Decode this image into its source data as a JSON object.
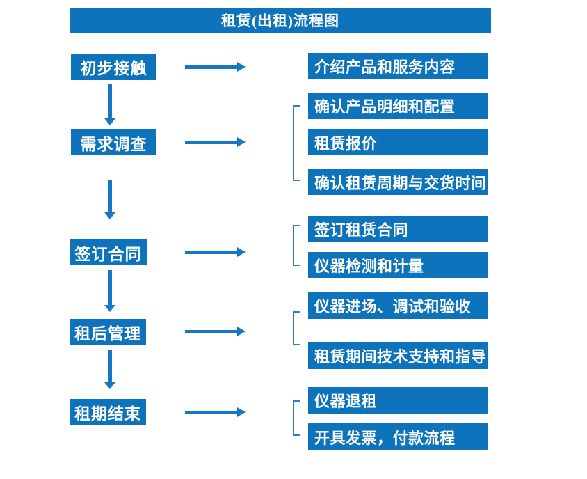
{
  "title": "租赁(出租)流程图",
  "colors": {
    "box_blue": "#0e73bd",
    "arrow_blue": "#1677c6",
    "bracket_blue": "#2f7cc2",
    "text_white": "#ffffff",
    "background": "#ffffff"
  },
  "steps": [
    {
      "label": "初步接触",
      "details": [
        "介绍产品和服务内容"
      ]
    },
    {
      "label": "需求调查",
      "details": [
        "确认产品明细和配置",
        "租赁报价",
        "确认租赁周期与交货时间"
      ]
    },
    {
      "label": "签订合同",
      "details": [
        "签订租赁合同",
        "仪器检测和计量"
      ]
    },
    {
      "label": "租后管理",
      "details": [
        "仪器进场、调试和验收",
        "租赁期间技术支持和指导"
      ]
    },
    {
      "label": "租期结束",
      "details": [
        "仪器退租",
        "开具发票，付款流程"
      ]
    }
  ]
}
